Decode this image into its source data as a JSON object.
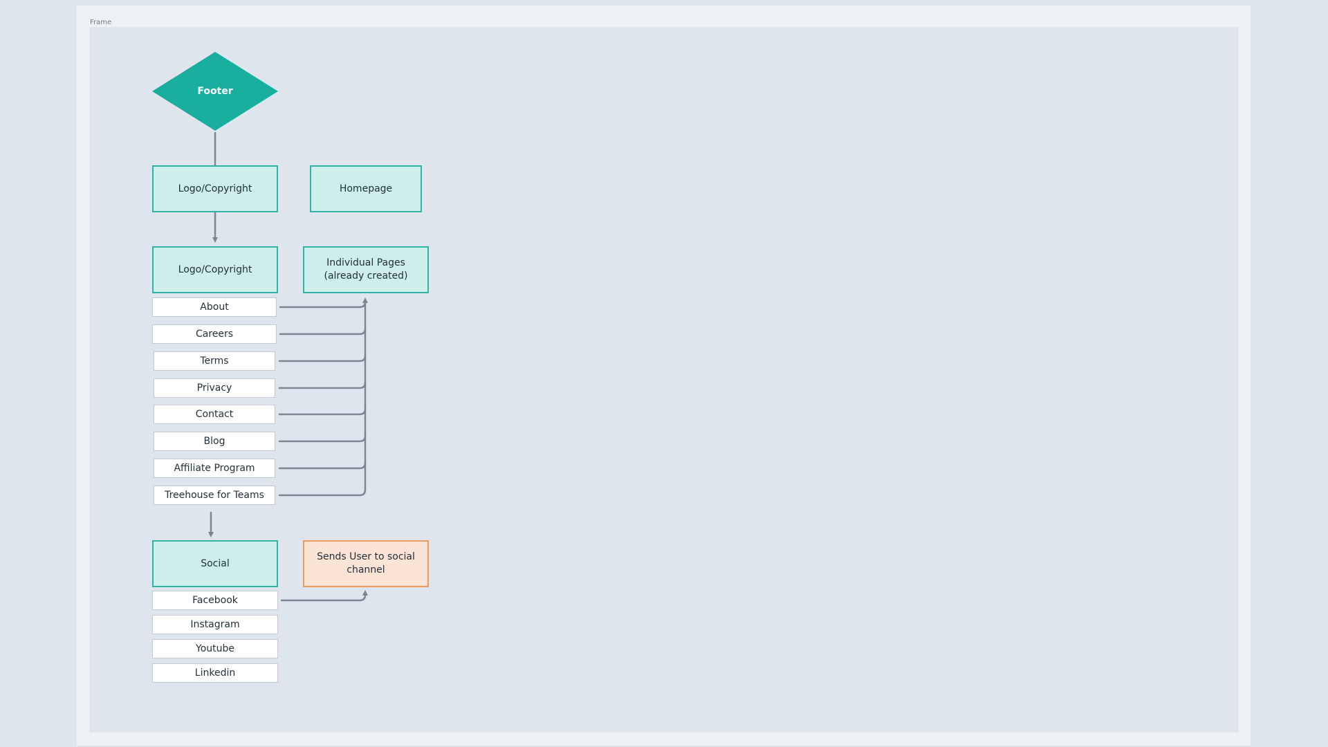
{
  "frame_label": "Frame",
  "colors": {
    "diamond_fill": "#1aae9f",
    "group_fill": "#cdeeea",
    "group_border": "#2fb3a5",
    "destination_fill": "#fbe3d5",
    "destination_border": "#ef9b5c",
    "connector": "#7a8793"
  },
  "diagram": {
    "footer": "Footer",
    "logo_group": "Logo/Copyright",
    "homepage": "Homepage",
    "links_group": "Logo/Copyright",
    "individual_pages": "Individual Pages\n(already created)",
    "links": [
      "About",
      "Careers",
      "Terms",
      "Privacy",
      "Contact",
      "Blog",
      "Affiliate Program",
      "Treehouse for Teams"
    ],
    "social_group": "Social",
    "social_destination": "Sends User to social\nchannel",
    "social_links": [
      "Facebook",
      "Instagram",
      "Youtube",
      "Linkedin"
    ]
  }
}
